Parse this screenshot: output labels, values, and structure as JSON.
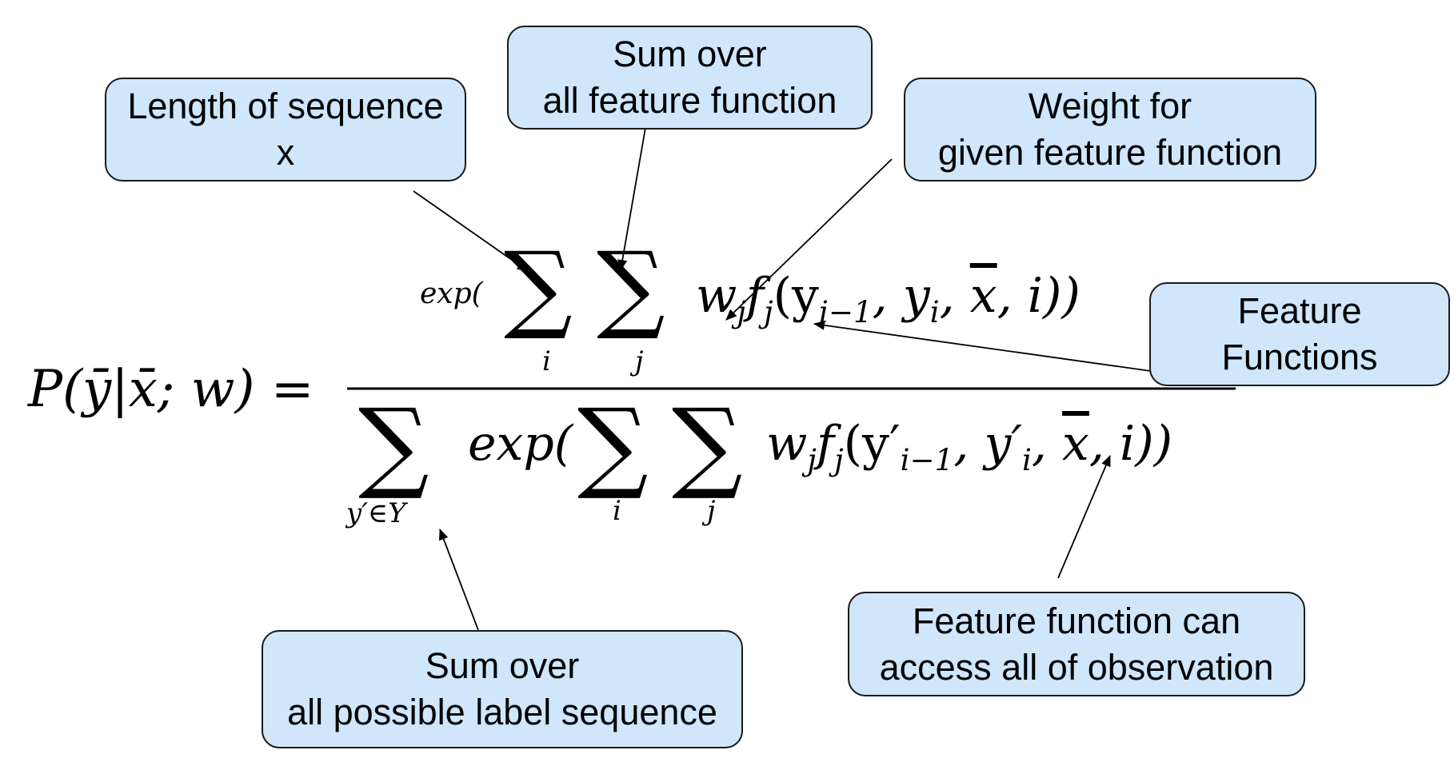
{
  "diagram": {
    "title": "CRF conditional probability formula with annotations",
    "colors": {
      "callout_fill": "#cfe6fb",
      "callout_border": "#1a1a1a",
      "text": "#000000"
    },
    "formula": {
      "lhs": "P(ȳ|x̄; w) =",
      "numerator": {
        "exp": "exp(",
        "sum_symbol": "∑",
        "sum1_index": "i",
        "sum2_index": "j",
        "term": "w",
        "term_sub": "j",
        "func": "f",
        "func_sub": "j",
        "args_open": "(y",
        "arg1_sub": "i−1",
        "arg2": ", y",
        "arg2_sub": "i",
        "arg3": ", ",
        "arg3_bar": "x",
        "args_close": ", i))"
      },
      "denominator": {
        "outer_sum_symbol": "∑",
        "outer_sum_index": "y′∈Y",
        "exp": "exp(",
        "sum_symbol": "∑",
        "sum1_index": "i",
        "sum2_index": "j",
        "term": "w",
        "term_sub": "j",
        "func": "f",
        "func_sub": "j",
        "args_open": "(y′",
        "arg1_sub": "i−1",
        "arg2": ", y′",
        "arg2_sub": "i",
        "arg3": ", ",
        "arg3_bar": "x",
        "args_close": ", i))"
      }
    },
    "callouts": [
      {
        "id": "length",
        "lines": [
          "Length of sequence",
          "x"
        ]
      },
      {
        "id": "sum-feature",
        "lines": [
          "Sum over",
          "all feature function"
        ]
      },
      {
        "id": "weight",
        "lines": [
          "Weight for",
          "given feature function"
        ]
      },
      {
        "id": "feature-functions",
        "lines": [
          "Feature",
          "Functions"
        ]
      },
      {
        "id": "observation",
        "lines": [
          "Feature function can",
          "access all of observation"
        ]
      },
      {
        "id": "label-sequence",
        "lines": [
          "Sum over",
          "all possible label sequence"
        ]
      }
    ]
  }
}
